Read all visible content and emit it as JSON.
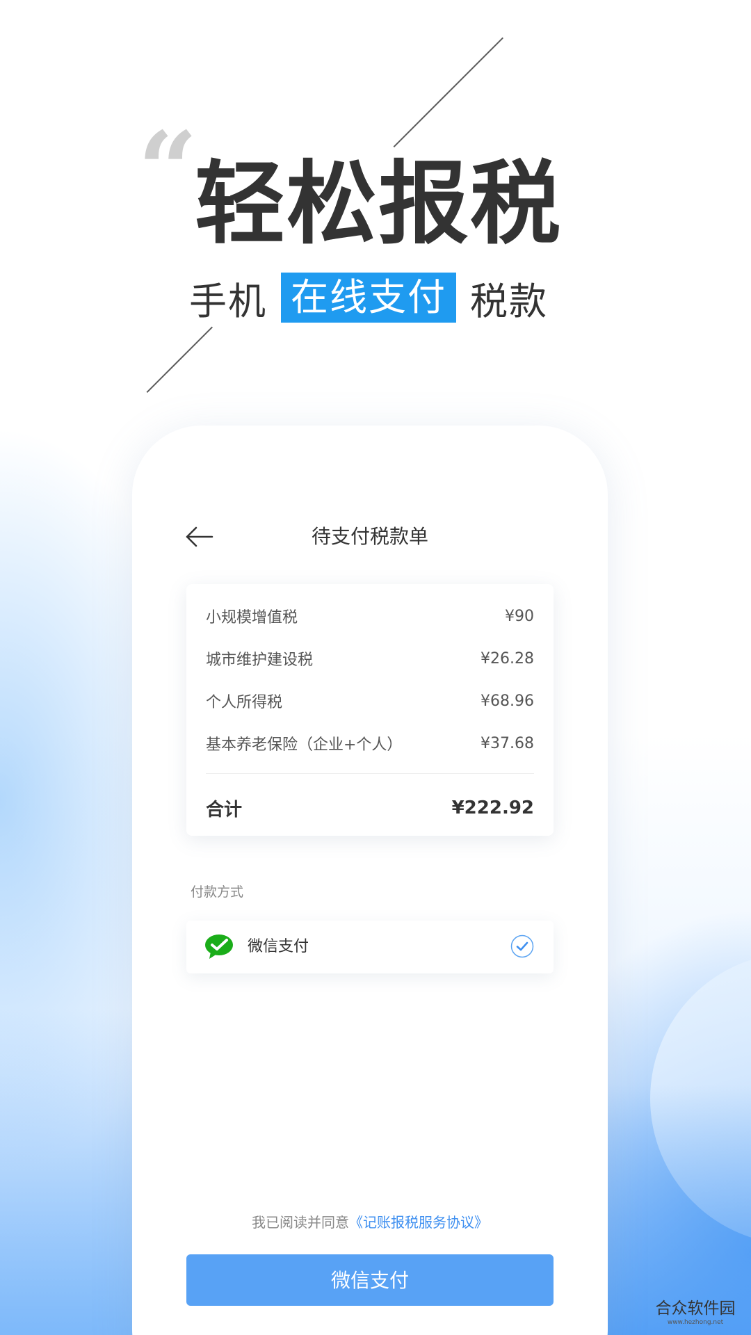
{
  "hero": {
    "quote_mark": "“",
    "headline": "轻松报税",
    "subline_prefix": "手机",
    "subline_highlight": "在线支付",
    "subline_suffix": "税款"
  },
  "screen": {
    "title": "待支付税款单",
    "bill_items": [
      {
        "name": "小规模增值税",
        "amount": "¥90"
      },
      {
        "name": "城市维护建设税",
        "amount": "¥26.28"
      },
      {
        "name": "个人所得税",
        "amount": "¥68.96"
      },
      {
        "name": "基本养老保险（企业+个人）",
        "amount": "¥37.68"
      }
    ],
    "total_label": "合计",
    "total_amount": "¥222.92",
    "payment_section_label": "付款方式",
    "payment_option": "微信支付",
    "agreement_prefix": "我已阅读并同意",
    "agreement_link": "《记账报税服务协议》",
    "pay_button": "微信支付"
  },
  "watermark": {
    "name": "合众软件园",
    "url": "www.hezhong.net"
  },
  "colors": {
    "accent": "#1f9bf0",
    "button": "#58a2f5",
    "link": "#3e8ff0",
    "wechat_green": "#1aad19"
  }
}
